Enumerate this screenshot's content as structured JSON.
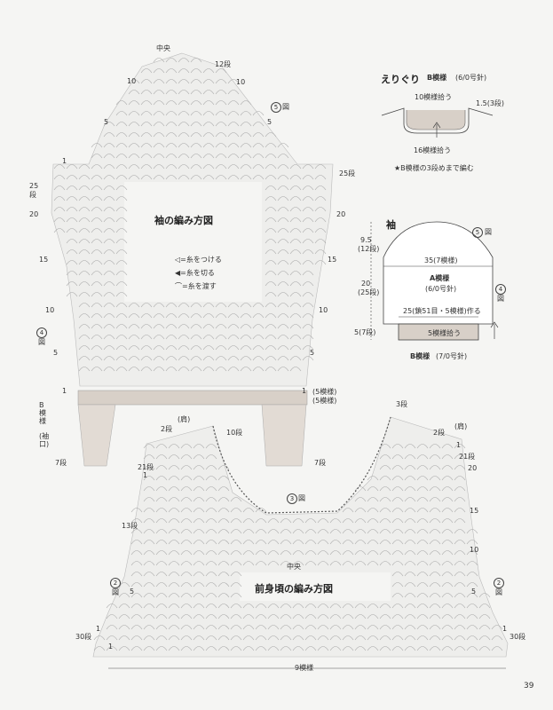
{
  "page_number": "39",
  "sleeve_chart": {
    "title": "袖の編み方図",
    "center": "中央",
    "labels": {
      "row12": "12段",
      "row25": "25段",
      "row25_side": "25段",
      "row20": "20",
      "row20_r": "20",
      "row15": "15",
      "row15_r": "15",
      "row10": "10",
      "row10_r": "10",
      "row5": "5",
      "row5_r": "5",
      "row1": "1",
      "row5_top": "5",
      "row5_top_r": "5",
      "row10_top": "10",
      "row10_top_r": "10",
      "fig5": "5",
      "fig5_label": "図",
      "fig4": "4",
      "fig4_label": "図",
      "pattern5_a": "(5模様)",
      "pattern5_b": "(5模様)"
    },
    "legend": [
      {
        "symbol": "◁",
        "text": "=糸をつける"
      },
      {
        "symbol": "◀",
        "text": "=糸を切る"
      },
      {
        "symbol": "⌒",
        "text": "=糸を渡す"
      }
    ],
    "cuff": {
      "label_b": "B模様",
      "label_cuff": "(袖口)",
      "row7": "7段",
      "row7_r": "7段",
      "one": "1",
      "one_r": "1"
    }
  },
  "neckline": {
    "title": "えりぐり",
    "pattern": "B模様",
    "needle": "(6/0号針)",
    "pick10": "10模様拾う",
    "pick16": "16模様拾う",
    "rows": "1.5(3段)",
    "note": "★B模様の3段めまで編む"
  },
  "sleeve_schematic": {
    "title": "袖",
    "fig5": "5",
    "fig5_label": "図",
    "fig4": "4",
    "fig4_label": "図",
    "h1": "9.5",
    "h1_rows": "(12段)",
    "h2": "20",
    "h2_rows": "(25段)",
    "h3": "5(7段)",
    "width_top": "35(7模様)",
    "pattern_a": "A模様",
    "needle_a": "(6/0号針)",
    "width_bottom": "25(鎖51目・5模様)作る",
    "pick": "5模様拾う",
    "pattern_b": "B模様",
    "needle_b": "(7/0号針)"
  },
  "front_chart": {
    "title": "前身頃の編み方図",
    "center": "中央",
    "shoulder_l": "(肩)",
    "shoulder_r": "(肩)",
    "labels": {
      "row2_l": "2段",
      "row10_l": "10段",
      "row21_l": "21段",
      "row1_l": "1",
      "row13": "13段",
      "row5_l": "5",
      "row1_bot": "1",
      "row30_l": "30段",
      "row3": "3段",
      "row2_r": "2段",
      "row1_r": "1",
      "row21_r": "21段",
      "row20_r": "20",
      "row15_r": "15",
      "row10_r": "10",
      "row5_r": "5",
      "row1_bot_r": "1",
      "row30_r": "30段",
      "fig3": "3",
      "fig3_label": "図",
      "fig2_l": "2",
      "fig2_l_label": "図",
      "fig2_r": "2",
      "fig2_r_label": "図",
      "one_bottom": "1"
    },
    "bottom_pattern": "9模様"
  }
}
